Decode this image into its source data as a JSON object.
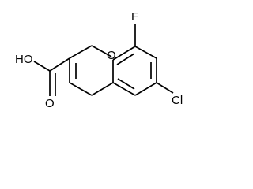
{
  "molecule": {
    "atom_labels": {
      "ring_oxygen": "O",
      "fluorine": "F",
      "chlorine": "Cl",
      "carbonyl_oxygen": "O",
      "hydroxyl": "HO"
    }
  }
}
